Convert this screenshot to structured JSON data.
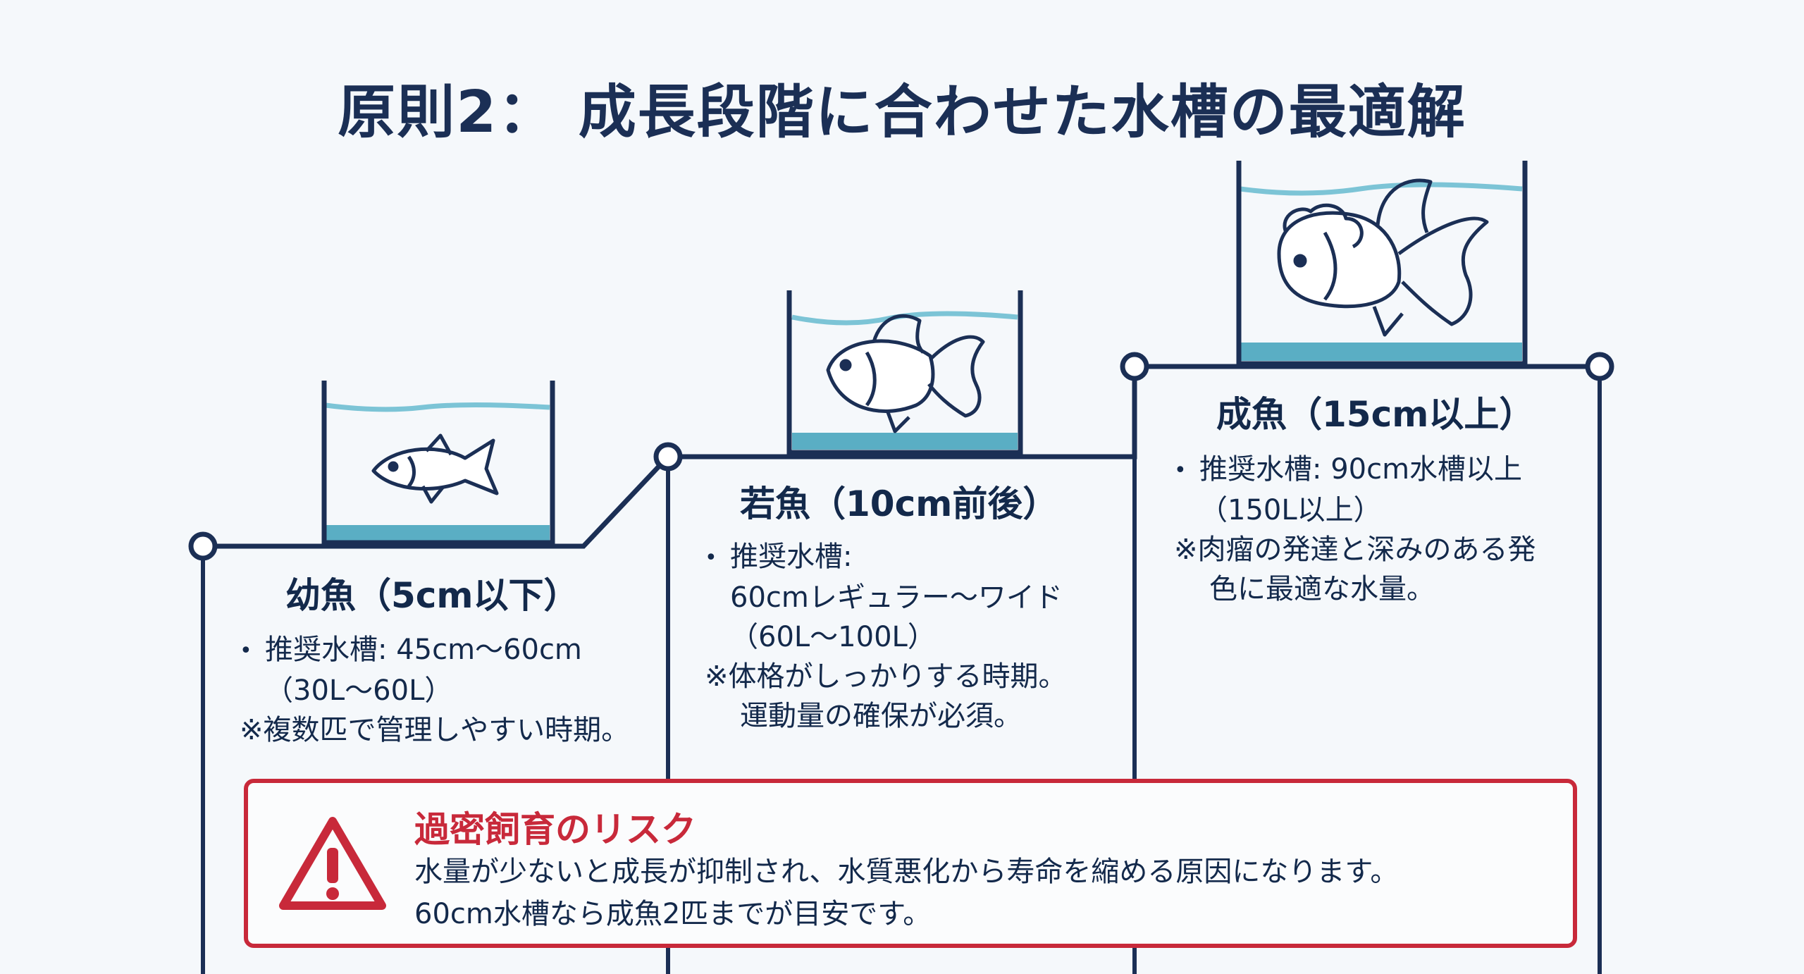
{
  "title": "原則2： 成長段階に合わせた水槽の最適解",
  "stages": [
    {
      "heading": "幼魚（5cm以下）",
      "bullet_label": "推奨水槽: 45cm〜60cm",
      "bullet_cont": "（30L〜60L）",
      "note": [
        "※複数匹で管理しやすい時期。"
      ]
    },
    {
      "heading": "若魚（10cm前後）",
      "bullet_label": "推奨水槽:",
      "bullet_cont": "60cmレギュラー〜ワイド",
      "bullet_cont2": "（60L〜100L）",
      "note": [
        "※体格がしっかりする時期。",
        "運動量の確保が必須。"
      ]
    },
    {
      "heading": "成魚（15cm以上）",
      "bullet_label": "推奨水槽: 90cm水槽以上",
      "bullet_cont": "（150L以上）",
      "note": [
        "※肉瘤の発達と深みのある発",
        "色に最適な水量。"
      ]
    }
  ],
  "risk": {
    "title": "過密飼育のリスク",
    "lines": [
      "水量が少ないと成長が抑制され、水質悪化から寿命を縮める原因になります。",
      "60cm水槽なら成魚2匹までが目安です。"
    ]
  },
  "icons": {
    "tank_small": "aquarium-small-icon",
    "tank_medium": "aquarium-medium-icon",
    "tank_large": "aquarium-large-icon",
    "warning": "warning-triangle-icon"
  },
  "colors": {
    "navy": "#1b2f55",
    "water": "#5aaec4",
    "water_line": "#7cc4d6",
    "risk_red": "#c8293a"
  }
}
